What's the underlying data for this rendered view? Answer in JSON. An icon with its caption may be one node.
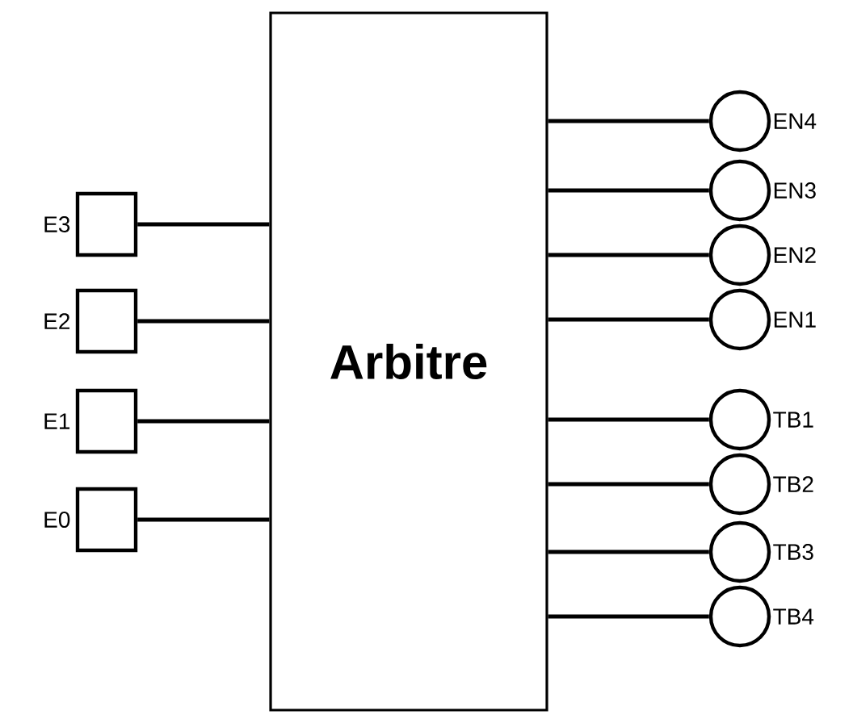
{
  "diagram": {
    "nodes": [
      {
        "text": [
          "Arbitre"
        ]
      },
      {
        "text": [],
        "shape": "box",
        "beside": [
          "E3"
        ]
      },
      {
        "text": [],
        "shape": "box",
        "beside": [
          "E2"
        ]
      },
      {
        "text": [],
        "shape": "box",
        "beside": [
          "E1"
        ]
      },
      {
        "text": [],
        "shape": "box",
        "beside": [
          "E0"
        ]
      },
      {
        "text": [],
        "shape": "circle",
        "beside": [
          "EN4"
        ]
      },
      {
        "text": [],
        "shape": "circle",
        "beside": [
          "EN3"
        ]
      },
      {
        "text": [],
        "shape": "circle",
        "beside": [
          "EN2"
        ]
      },
      {
        "text": [],
        "shape": "circle",
        "beside": [
          "EN1"
        ]
      },
      {
        "text": [],
        "shape": "circle",
        "beside": [
          "TB1"
        ]
      },
      {
        "text": [],
        "shape": "circle",
        "beside": [
          "TB2"
        ]
      },
      {
        "text": [],
        "shape": "circle",
        "beside": [
          "TB3"
        ]
      },
      {
        "text": [],
        "shape": "circle",
        "beside": [
          "TB4"
        ]
      }
    ],
    "edges": [
      {
        "from": 1,
        "to": 0,
        "arrow": "none"
      },
      {
        "from": 2,
        "to": 0,
        "arrow": "none"
      },
      {
        "from": 3,
        "to": 0,
        "arrow": "none"
      },
      {
        "from": 4,
        "to": 0,
        "arrow": "none"
      },
      {
        "from": 0,
        "to": 5,
        "arrow": "none"
      },
      {
        "from": 0,
        "to": 6,
        "arrow": "none"
      },
      {
        "from": 0,
        "to": 7,
        "arrow": "none"
      },
      {
        "from": 0,
        "to": 8,
        "arrow": "none"
      },
      {
        "from": 0,
        "to": 9,
        "arrow": "none"
      },
      {
        "from": 0,
        "to": 10,
        "arrow": "none"
      },
      {
        "from": 0,
        "to": 11,
        "arrow": "none"
      },
      {
        "from": 0,
        "to": 12,
        "arrow": "none"
      }
    ]
  }
}
